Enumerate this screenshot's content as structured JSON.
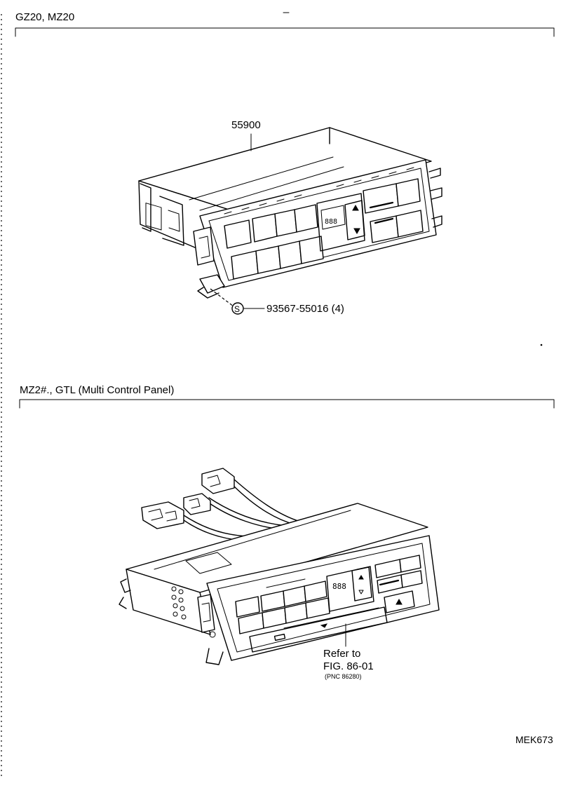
{
  "sections": [
    {
      "title": "GZ20, MZ20",
      "part_number": "55900",
      "screw_symbol": "S",
      "screw_callout": "93567-55016 (4)"
    },
    {
      "title": "MZ2#., GTL (Multi Control Panel)",
      "refer_line1": "Refer to",
      "refer_line2": "FIG. 86-01",
      "refer_line3": "(PNC 86280)"
    }
  ],
  "diagram_code": "MEK673",
  "display_readout": "888",
  "icons": {
    "up_arrow": "up-triangle-icon",
    "down_arrow": "down-triangle-icon",
    "screw_symbol": "circled-s-icon"
  }
}
